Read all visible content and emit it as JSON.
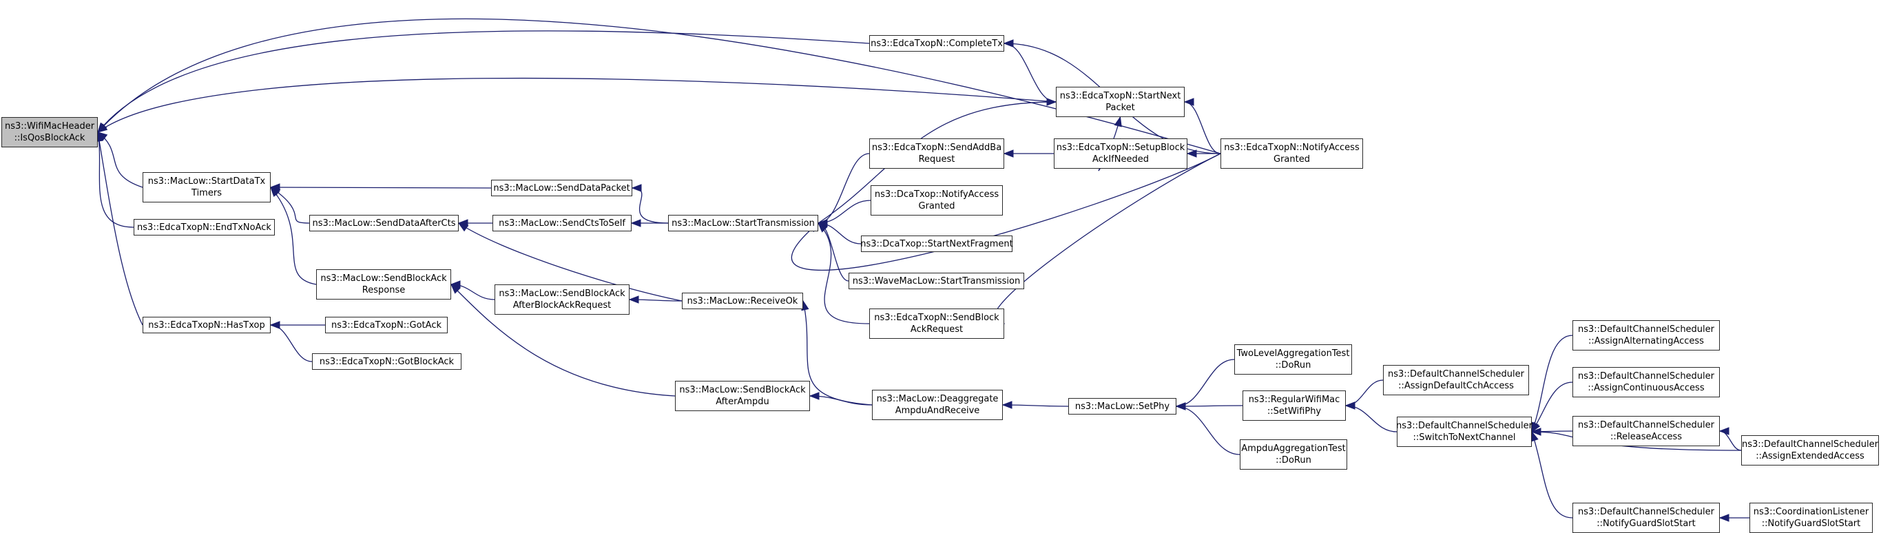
{
  "nodes": [
    {
      "id": "isqos",
      "lines": [
        "ns3::WifiMacHeader",
        "::IsQosBlockAck"
      ],
      "root": true
    },
    {
      "id": "completetx",
      "lines": [
        "ns3::EdcaTxopN::CompleteTx"
      ]
    },
    {
      "id": "startnext",
      "lines": [
        "ns3::EdcaTxopN::StartNext",
        "Packet"
      ]
    },
    {
      "id": "notifyaccess",
      "lines": [
        "ns3::EdcaTxopN::NotifyAccess",
        "Granted"
      ]
    },
    {
      "id": "startdatatx",
      "lines": [
        "ns3::MacLow::StartDataTx",
        "Timers"
      ]
    },
    {
      "id": "senddatapacket",
      "lines": [
        "ns3::MacLow::SendDataPacket"
      ]
    },
    {
      "id": "senddataaftercts",
      "lines": [
        "ns3::MacLow::SendDataAfterCts"
      ]
    },
    {
      "id": "endtxnoack",
      "lines": [
        "ns3::EdcaTxopN::EndTxNoAck"
      ]
    },
    {
      "id": "sendctstoself",
      "lines": [
        "ns3::MacLow::SendCtsToSelf"
      ]
    },
    {
      "id": "starttransmission",
      "lines": [
        "ns3::MacLow::StartTransmission"
      ]
    },
    {
      "id": "sendaddba",
      "lines": [
        "ns3::EdcaTxopN::SendAddBa",
        "Request"
      ]
    },
    {
      "id": "setupblockack",
      "lines": [
        "ns3::EdcaTxopN::SetupBlock",
        "AckIfNeeded"
      ]
    },
    {
      "id": "dcanotify",
      "lines": [
        "ns3::DcaTxop::NotifyAccess",
        "Granted"
      ]
    },
    {
      "id": "dcastartfrag",
      "lines": [
        "ns3::DcaTxop::StartNextFragment"
      ]
    },
    {
      "id": "wavestart",
      "lines": [
        "ns3::WaveMacLow::StartTransmission"
      ]
    },
    {
      "id": "sendblockackreq",
      "lines": [
        "ns3::EdcaTxopN::SendBlock",
        "AckRequest"
      ]
    },
    {
      "id": "sendblockackresp",
      "lines": [
        "ns3::MacLow::SendBlockAck",
        "Response"
      ]
    },
    {
      "id": "sendbaafterbar",
      "lines": [
        "ns3::MacLow::SendBlockAck",
        "AfterBlockAckRequest"
      ]
    },
    {
      "id": "receiveok",
      "lines": [
        "ns3::MacLow::ReceiveOk"
      ]
    },
    {
      "id": "hastxop",
      "lines": [
        "ns3::EdcaTxopN::HasTxop"
      ]
    },
    {
      "id": "gotack",
      "lines": [
        "ns3::EdcaTxopN::GotAck"
      ]
    },
    {
      "id": "gotblockack",
      "lines": [
        "ns3::EdcaTxopN::GotBlockAck"
      ]
    },
    {
      "id": "sendbaafterampdu",
      "lines": [
        "ns3::MacLow::SendBlockAck",
        "AfterAmpdu"
      ]
    },
    {
      "id": "deaggregate",
      "lines": [
        "ns3::MacLow::Deaggregate",
        "AmpduAndReceive"
      ]
    },
    {
      "id": "setphy",
      "lines": [
        "ns3::MacLow::SetPhy"
      ]
    },
    {
      "id": "twolevel",
      "lines": [
        "TwoLevelAggregationTest",
        "::DoRun"
      ]
    },
    {
      "id": "regularwifimac",
      "lines": [
        "ns3::RegularWifiMac",
        "::SetWifiPhy"
      ]
    },
    {
      "id": "ampduagg",
      "lines": [
        "AmpduAggregationTest",
        "::DoRun"
      ]
    },
    {
      "id": "assigndefaultcch",
      "lines": [
        "ns3::DefaultChannelScheduler",
        "::AssignDefaultCchAccess"
      ]
    },
    {
      "id": "switchtonext",
      "lines": [
        "ns3::DefaultChannelScheduler",
        "::SwitchToNextChannel"
      ]
    },
    {
      "id": "assignalternating",
      "lines": [
        "ns3::DefaultChannelScheduler",
        "::AssignAlternatingAccess"
      ]
    },
    {
      "id": "assigncontinuous",
      "lines": [
        "ns3::DefaultChannelScheduler",
        "::AssignContinuousAccess"
      ]
    },
    {
      "id": "releaseaccess",
      "lines": [
        "ns3::DefaultChannelScheduler",
        "::ReleaseAccess"
      ]
    },
    {
      "id": "assignextended",
      "lines": [
        "ns3::DefaultChannelScheduler",
        "::AssignExtendedAccess"
      ]
    },
    {
      "id": "notifyguard",
      "lines": [
        "ns3::DefaultChannelScheduler",
        "::NotifyGuardSlotStart"
      ]
    },
    {
      "id": "coordlistener",
      "lines": [
        "ns3::CoordinationListener",
        "::NotifyGuardSlotStart"
      ]
    }
  ],
  "edges": [
    [
      "completetx",
      "isqos"
    ],
    [
      "startnext",
      "isqos"
    ],
    [
      "notifyaccess",
      "isqos"
    ],
    [
      "startdatatx",
      "isqos"
    ],
    [
      "endtxnoack",
      "isqos"
    ],
    [
      "hastxop",
      "isqos"
    ],
    [
      "startnext",
      "completetx"
    ],
    [
      "notifyaccess",
      "completetx"
    ],
    [
      "notifyaccess",
      "startnext"
    ],
    [
      "setupblockack",
      "startnext"
    ],
    [
      "starttransmission",
      "startnext"
    ],
    [
      "senddatapacket",
      "startdatatx"
    ],
    [
      "senddataaftercts",
      "startdatatx"
    ],
    [
      "sendblockackresp",
      "startdatatx"
    ],
    [
      "sendctstoself",
      "senddataaftercts"
    ],
    [
      "receiveok",
      "senddataaftercts"
    ],
    [
      "starttransmission",
      "senddatapacket"
    ],
    [
      "starttransmission",
      "sendctstoself"
    ],
    [
      "sendaddba",
      "starttransmission"
    ],
    [
      "dcanotify",
      "starttransmission"
    ],
    [
      "dcastartfrag",
      "starttransmission"
    ],
    [
      "wavestart",
      "starttransmission"
    ],
    [
      "sendblockackreq",
      "starttransmission"
    ],
    [
      "notifyaccess",
      "starttransmission"
    ],
    [
      "setupblockack",
      "sendaddba"
    ],
    [
      "notifyaccess",
      "setupblockack"
    ],
    [
      "notifyaccess",
      "sendblockackreq"
    ],
    [
      "sendbaafterbar",
      "sendblockackresp"
    ],
    [
      "sendbaafterampdu",
      "sendblockackresp"
    ],
    [
      "receiveok",
      "sendbaafterbar"
    ],
    [
      "gotack",
      "hastxop"
    ],
    [
      "gotblockack",
      "hastxop"
    ],
    [
      "deaggregate",
      "sendbaafterampdu"
    ],
    [
      "deaggregate",
      "receiveok"
    ],
    [
      "setphy",
      "deaggregate"
    ],
    [
      "twolevel",
      "setphy"
    ],
    [
      "regularwifimac",
      "setphy"
    ],
    [
      "ampduagg",
      "setphy"
    ],
    [
      "assigndefaultcch",
      "regularwifimac"
    ],
    [
      "switchtonext",
      "regularwifimac"
    ],
    [
      "assignalternating",
      "switchtonext"
    ],
    [
      "assigncontinuous",
      "switchtonext"
    ],
    [
      "releaseaccess",
      "switchtonext"
    ],
    [
      "assignextended",
      "switchtonext"
    ],
    [
      "notifyguard",
      "switchtonext"
    ],
    [
      "assignextended",
      "releaseaccess"
    ],
    [
      "coordlistener",
      "notifyguard"
    ]
  ]
}
